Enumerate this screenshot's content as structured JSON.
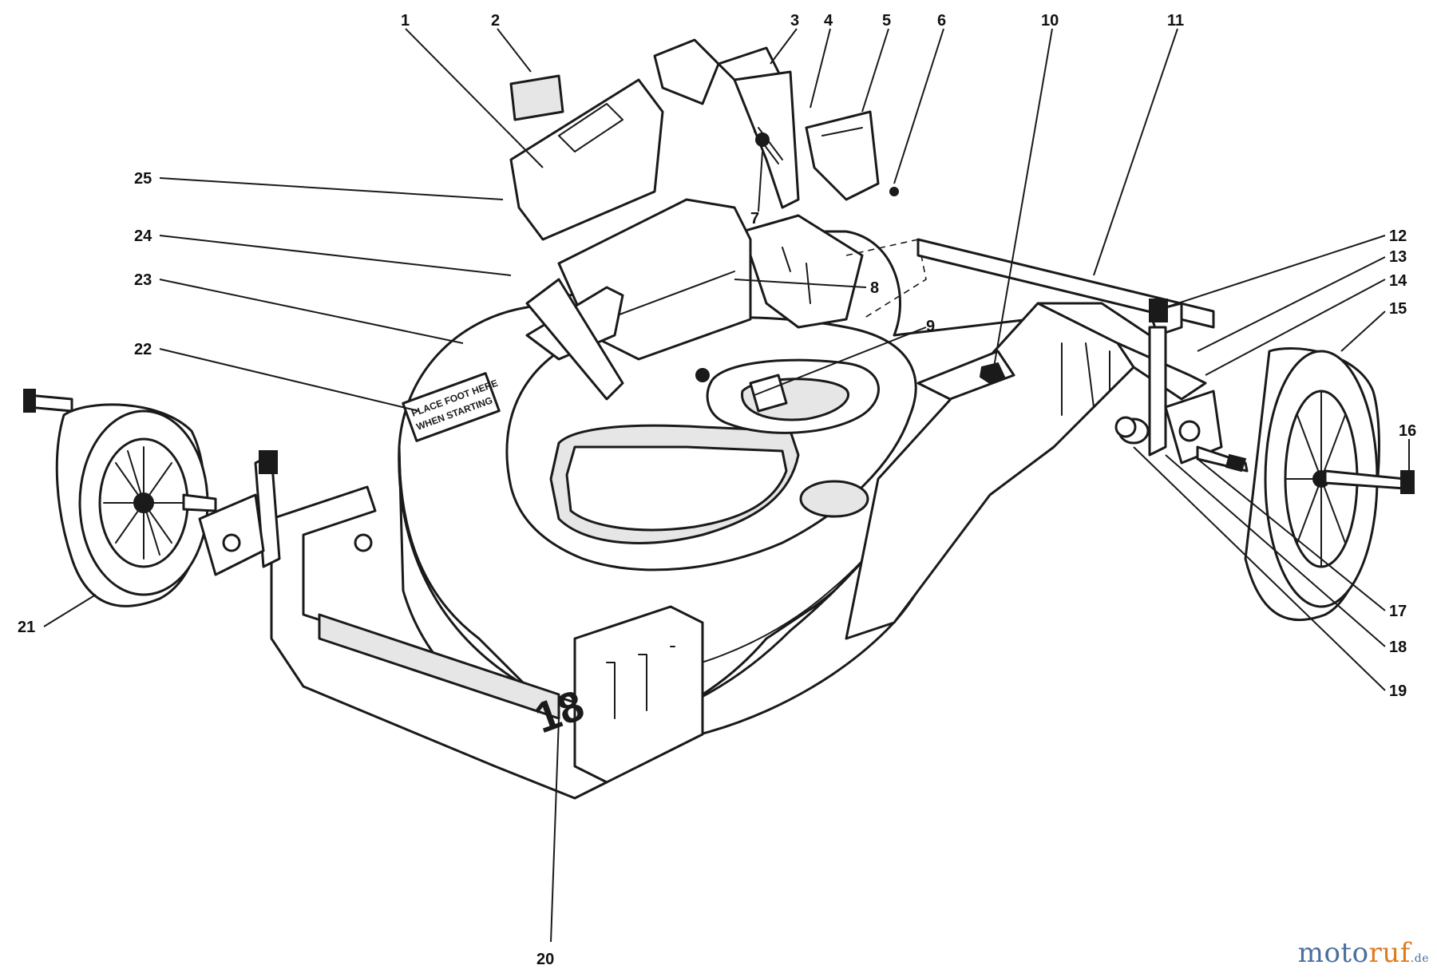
{
  "colors": {
    "line": "#1a1a1a",
    "paper": "#ffffff",
    "watermark_blue": "#4a6f9c",
    "watermark_orange": "#e07a1f"
  },
  "deck": {
    "size_marking": "18",
    "decal_lines": [
      "PLACE FOOT HERE",
      "WHEN STARTING"
    ]
  },
  "callouts": [
    {
      "id": "1",
      "label": "1"
    },
    {
      "id": "2",
      "label": "2"
    },
    {
      "id": "3",
      "label": "3"
    },
    {
      "id": "4",
      "label": "4"
    },
    {
      "id": "5",
      "label": "5"
    },
    {
      "id": "6",
      "label": "6"
    },
    {
      "id": "7",
      "label": "7"
    },
    {
      "id": "8",
      "label": "8"
    },
    {
      "id": "9",
      "label": "9"
    },
    {
      "id": "10",
      "label": "10"
    },
    {
      "id": "11",
      "label": "11"
    },
    {
      "id": "12",
      "label": "12"
    },
    {
      "id": "13",
      "label": "13"
    },
    {
      "id": "14",
      "label": "14"
    },
    {
      "id": "15",
      "label": "15"
    },
    {
      "id": "16",
      "label": "16"
    },
    {
      "id": "17",
      "label": "17"
    },
    {
      "id": "18",
      "label": "18"
    },
    {
      "id": "19",
      "label": "19"
    },
    {
      "id": "20",
      "label": "20"
    },
    {
      "id": "21",
      "label": "21"
    },
    {
      "id": "22",
      "label": "22"
    },
    {
      "id": "23",
      "label": "23"
    },
    {
      "id": "24",
      "label": "24"
    },
    {
      "id": "25",
      "label": "25"
    }
  ],
  "watermark": {
    "part1": "moto",
    "part2": "ruf",
    "tld": ".de"
  }
}
